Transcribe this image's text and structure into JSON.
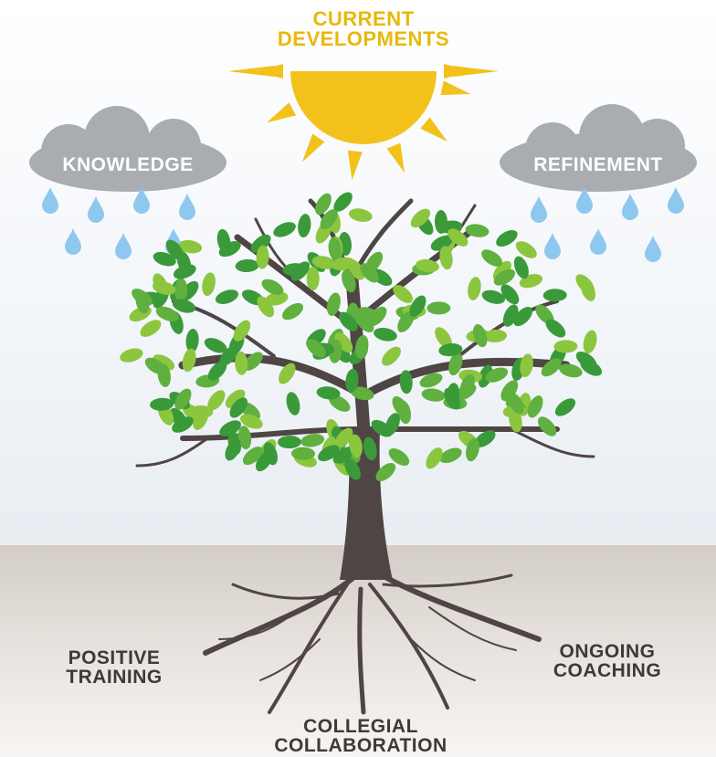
{
  "sun": {
    "label_line1": "CURRENT",
    "label_line2": "DEVELOPMENTS"
  },
  "clouds": {
    "left": {
      "label": "KNOWLEDGE"
    },
    "right": {
      "label": "REFINEMENT"
    }
  },
  "roots": {
    "left": {
      "line1": "POSITIVE",
      "line2": "TRAINING"
    },
    "center": {
      "line1": "COLLEGIAL",
      "line2": "COLLABORATION"
    },
    "right": {
      "line1": "ONGOING",
      "line2": "COACHING"
    }
  },
  "colors": {
    "sun": "#f2c21b",
    "cloud": "#a9adb1",
    "rain": "#8ec8ef",
    "trunk": "#4f4544",
    "leaf_light": "#8cc63f",
    "leaf_dark": "#3a9a3a"
  }
}
